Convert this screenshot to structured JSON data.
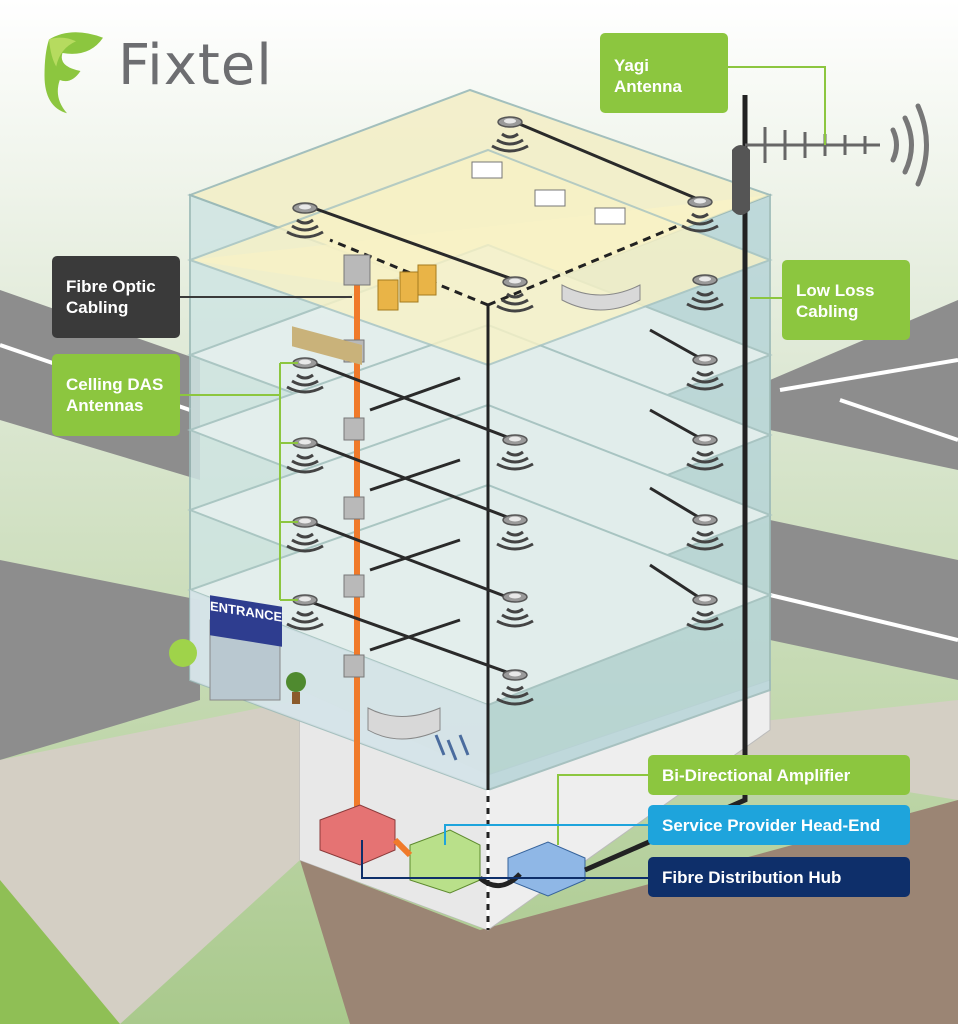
{
  "brand": {
    "name": "Fixtel",
    "green": "#8cc63f",
    "grey": "#6d6e71"
  },
  "entrance_sign": "ENTRANCE",
  "callouts": {
    "yagi_antenna": {
      "line1": "Yagi",
      "line2": "Antenna",
      "color": "#8cc63f"
    },
    "low_loss_cabling": {
      "line1": "Low Loss",
      "line2": "Cabling",
      "color": "#8cc63f"
    },
    "fibre_optic_cabling": {
      "line1": "Fibre Optic",
      "line2": "Cabling",
      "color": "#3a3a3a"
    },
    "ceiling_das_antennas": {
      "line1": "Celling DAS",
      "line2": "Antennas",
      "color": "#8cc63f"
    },
    "bi_directional_amplifier": {
      "label": "Bi-Directional Amplifier",
      "color": "#8cc63f"
    },
    "service_provider_head_end": {
      "label": "Service Provider Head-End",
      "color": "#1ea4dc"
    },
    "fibre_distribution_hub": {
      "label": "Fibre Distribution Hub",
      "color": "#0e2f6a"
    }
  },
  "icons": [
    "fixtel-logo-icon",
    "yagi-antenna-icon",
    "radio-wave-icon",
    "ceiling-antenna-icon",
    "amplifier-box-icon",
    "head-end-box-icon",
    "distribution-hub-box-icon",
    "plant-icon",
    "desk-icon",
    "bed-icon",
    "chair-icon"
  ]
}
